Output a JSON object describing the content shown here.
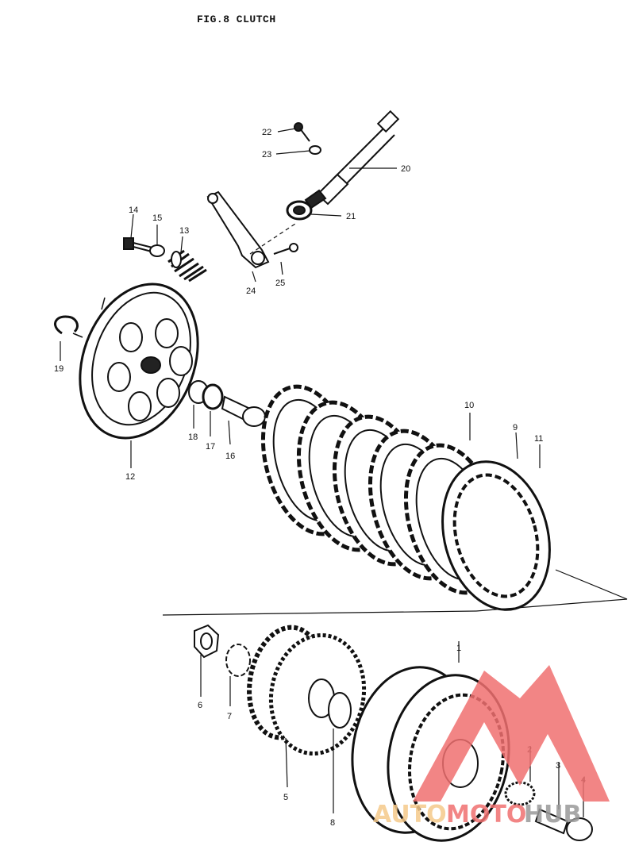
{
  "figure": {
    "title": "FIG.8 CLUTCH"
  },
  "parts": [
    {
      "ref": "1"
    },
    {
      "ref": "2"
    },
    {
      "ref": "3"
    },
    {
      "ref": "4"
    },
    {
      "ref": "5"
    },
    {
      "ref": "6"
    },
    {
      "ref": "7"
    },
    {
      "ref": "8"
    },
    {
      "ref": "9"
    },
    {
      "ref": "10"
    },
    {
      "ref": "11"
    },
    {
      "ref": "12"
    },
    {
      "ref": "13"
    },
    {
      "ref": "14"
    },
    {
      "ref": "15"
    },
    {
      "ref": "16"
    },
    {
      "ref": "17"
    },
    {
      "ref": "18"
    },
    {
      "ref": "19"
    },
    {
      "ref": "20"
    },
    {
      "ref": "21"
    },
    {
      "ref": "22"
    },
    {
      "ref": "23"
    },
    {
      "ref": "24"
    },
    {
      "ref": "25"
    }
  ],
  "watermark": {
    "text_part1": "AUTO",
    "text_part2": "MOTO",
    "text_part3": "HUB",
    "color_triangle": "#f07070",
    "color_auto": "#f5c98a",
    "color_moto": "#f07070",
    "color_hub": "#9a9a9a"
  }
}
